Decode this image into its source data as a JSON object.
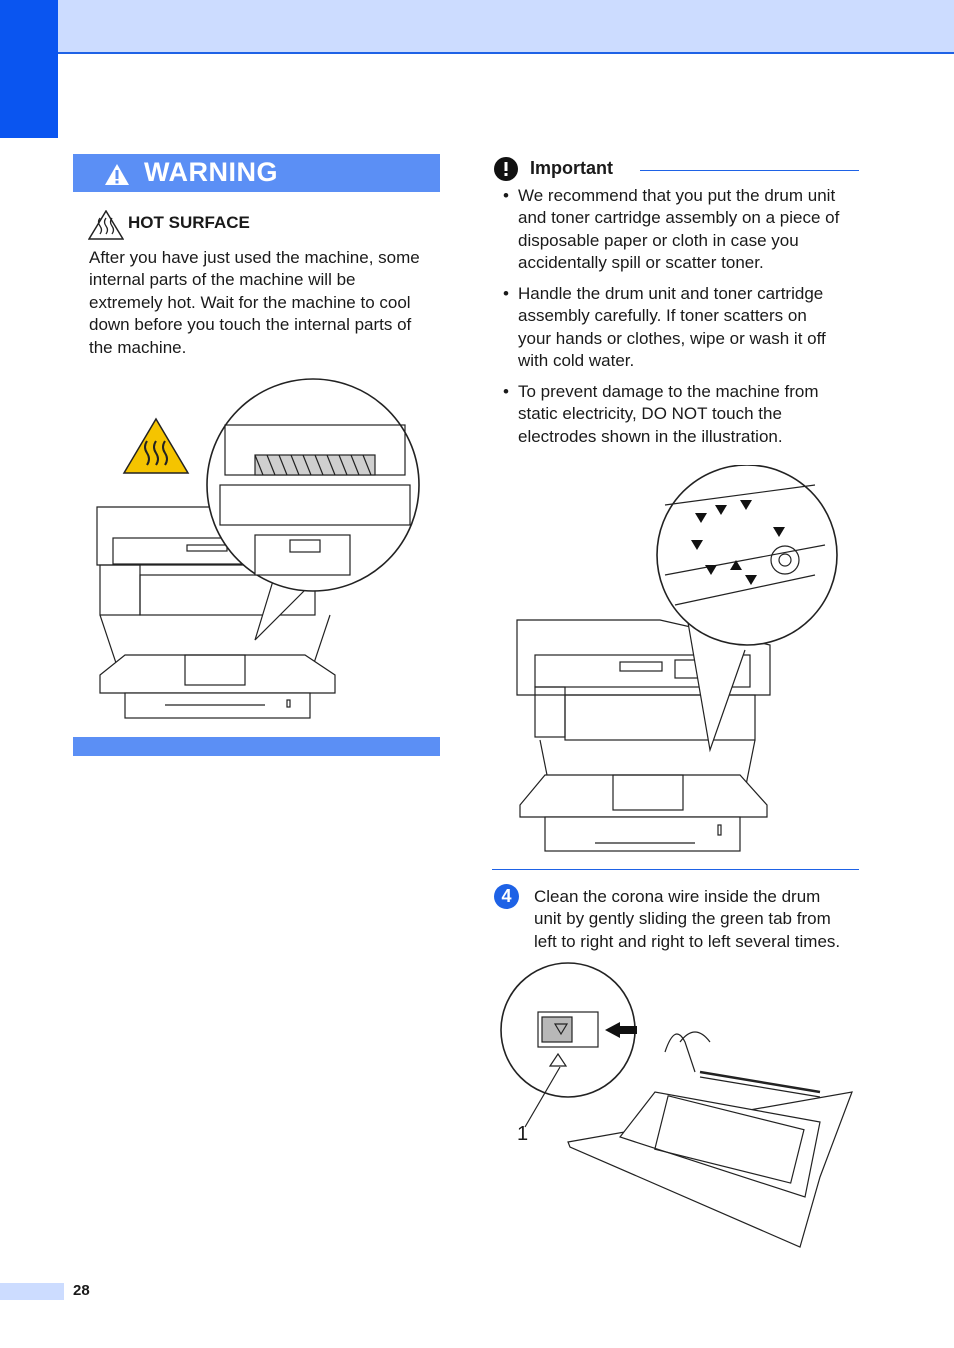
{
  "header": {},
  "warning": {
    "title": "WARNING",
    "hot_surface_title": "HOT SURFACE",
    "text_lines": [
      "After you have just used the machine, some",
      "internal parts of the machine will be",
      "extremely hot. Wait for the machine to cool",
      "down before you touch the internal parts of",
      "the machine."
    ]
  },
  "important": {
    "title": "Important",
    "bullet_symbol": "•",
    "bullets": [
      [
        "We recommend that you put the drum unit",
        "and toner cartridge assembly on a piece of",
        "disposable paper or cloth in case you",
        "accidentally spill or scatter toner."
      ],
      [
        "Handle the drum unit and toner cartridge",
        "assembly carefully. If toner scatters on",
        "your hands or clothes, wipe or wash it off",
        "with cold water."
      ],
      [
        "To prevent damage to the machine from",
        "static electricity, DO NOT touch the",
        "electrodes shown in the illustration."
      ]
    ]
  },
  "step": {
    "number": "4",
    "lines": [
      "Clean the corona wire inside the drum",
      "unit by gently sliding the green tab from",
      "left to right and right to left several times."
    ],
    "callout_label": "1"
  },
  "footer": {
    "page_number": "28"
  },
  "colors": {
    "accent": "#1e62e6",
    "header_band": "#ccdcff",
    "warning_bar": "#5b8ff5",
    "hot_sign": "#f5c400"
  }
}
